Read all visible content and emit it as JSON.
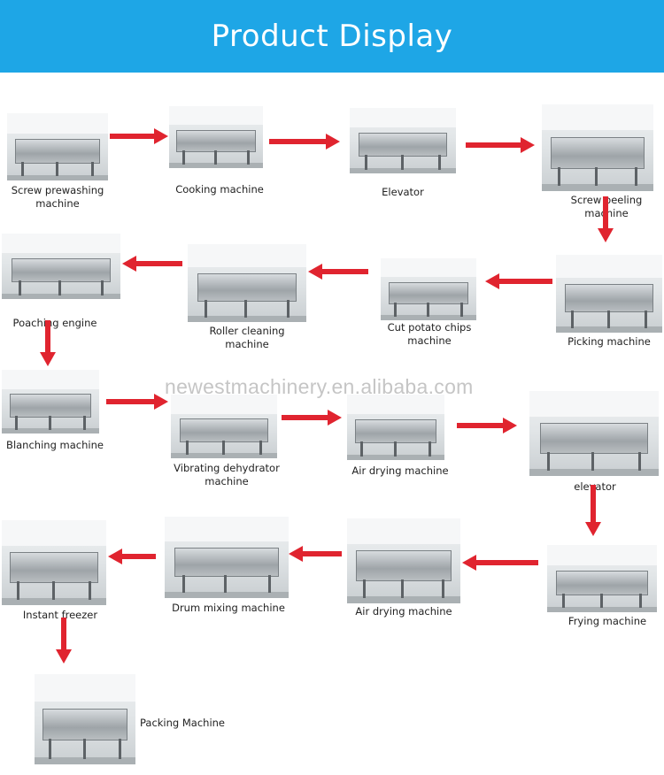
{
  "banner": {
    "title": "Product Display",
    "color": "#1ea6e6"
  },
  "arrow_color": "#e0242f",
  "watermark": "newestmachinery.en.alibaba.com",
  "steps": [
    {
      "label_lines": [
        "Screw prewashing",
        "machine"
      ]
    },
    {
      "label_lines": [
        "Cooking machine"
      ]
    },
    {
      "label_lines": [
        "Elevator"
      ]
    },
    {
      "label_lines": [
        "Screw peeling",
        "machine"
      ]
    },
    {
      "label_lines": [
        "Picking machine"
      ]
    },
    {
      "label_lines": [
        "Cut potato chips",
        "machine"
      ]
    },
    {
      "label_lines": [
        "Roller cleaning",
        "machine"
      ]
    },
    {
      "label_lines": [
        "Poaching engine"
      ]
    },
    {
      "label_lines": [
        "Blanching machine"
      ]
    },
    {
      "label_lines": [
        "Vibrating dehydrator",
        "machine"
      ]
    },
    {
      "label_lines": [
        "Air drying machine"
      ]
    },
    {
      "label_lines": [
        "elevator"
      ]
    },
    {
      "label_lines": [
        "Frying machine"
      ]
    },
    {
      "label_lines": [
        "Air drying machine"
      ]
    },
    {
      "label_lines": [
        "Drum mixing machine"
      ]
    },
    {
      "label_lines": [
        "Instant freezer"
      ]
    },
    {
      "label_lines": [
        "Packing Machine"
      ]
    }
  ]
}
